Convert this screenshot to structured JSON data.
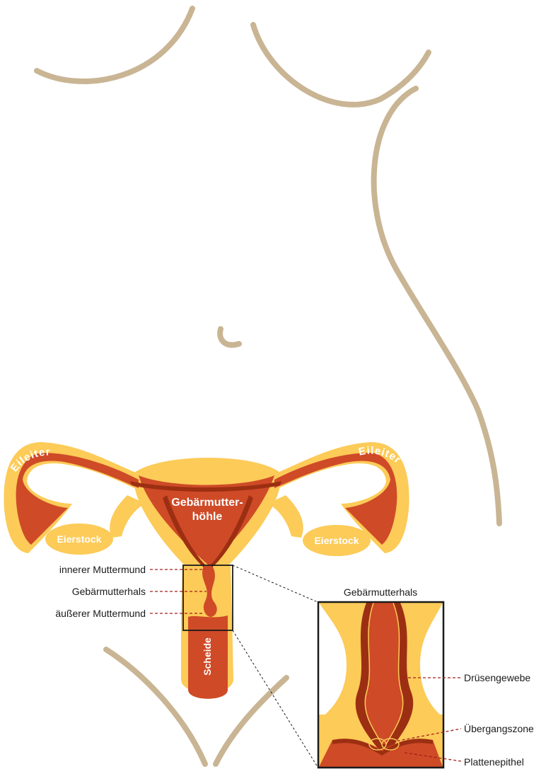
{
  "colors": {
    "body_outline": "#c9b594",
    "tissue_yellow": "#fccb58",
    "tissue_orange": "#cf4a27",
    "tissue_dark": "#9c2f12",
    "leader_line": "#a31f1f"
  },
  "organ_labels": {
    "tube_left": "Eileiter",
    "tube_right": "Eileiter",
    "cavity_line1": "Gebärmutter-",
    "cavity_line2": "höhle",
    "ovary_left": "Eierstock",
    "ovary_right": "Eierstock",
    "vagina": "Scheide"
  },
  "callouts": {
    "inner_os": "innerer Muttermund",
    "cervix": "Gebärmutterhals",
    "outer_os": "äußerer Muttermund"
  },
  "inset": {
    "title": "Gebärmutterhals",
    "glandular_tissue": "Drüsengewebe",
    "transition_zone": "Übergangszone",
    "squamous_epithelium": "Plattenepithel"
  }
}
